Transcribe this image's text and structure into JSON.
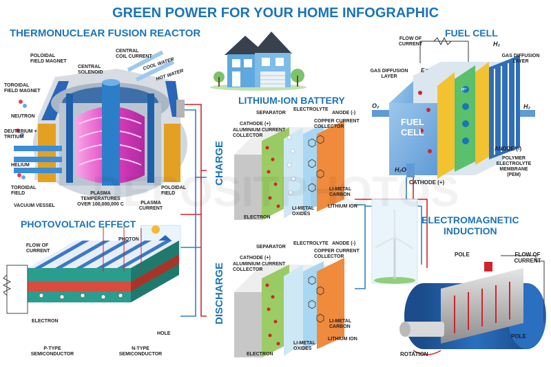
{
  "title": "GREEN POWER FOR YOUR HOME INFOGRAPHIC",
  "sections": {
    "fusion": "THERMONUCLEAR FUSION REACTOR",
    "battery": "LITHIUM-ION BATTERY",
    "fuel_cell": "FUEL CELL",
    "photovoltaic": "PHOTOVOLTAIC EFFECT",
    "electromagnetic": "ELECTROMAGNETIC\nINDUCTION"
  },
  "fusion_labels": {
    "poloidal_field_magnet": "POLOIDAL\nFIELD MAGNET",
    "central_solenoid": "CENTRAL\nSOLENOID",
    "central_coil_current": "CENTRAL\nCOIL CURRENT",
    "cool_water": "COOL WATER",
    "hot_water": "HOT WATER",
    "toroidal_field_magnet": "TOROIDAL\nFIELD MAGNET",
    "neutron": "NEUTRON",
    "deuterium_tritium": "DEUTERIUM +\nTRITIUM",
    "helium": "HELIUM",
    "toroidal_field": "TOROIDAL\nFIELD",
    "vacuum_vessel": "VACUUM VESSEL",
    "plasma_temperatures": "PLASMA\nTEMPERATURES\nOVER 100,000,000 C",
    "poloidal_field": "POLOIDAL\nFIELD",
    "plasma_current": "PLASMA\nCURRENT"
  },
  "battery_charge": {
    "side_label": "CHARGE",
    "separator": "SEPARATOR",
    "electrolyte": "ELECTROLYTE",
    "anode": "ANODE (-)",
    "cathode": "CATHODE (+)",
    "aluminium": "ALUMINIUM CURRENT\nCOLLECTOR",
    "copper": "COPPER CURRENT\nCOLLECTOR",
    "li_metal_carbon": "LI-METAL\nCARBON",
    "lithium_ion": "LITHIUM ION",
    "li_metal_oxides": "LI-METAL\nOXIDES",
    "electron": "ELECTRON"
  },
  "battery_discharge": {
    "side_label": "DISCHARGE",
    "separator": "SEPARATOR",
    "electrolyte": "ELECTROLYTE",
    "anode": "ANODE (-)",
    "cathode": "CATHODE (+)",
    "aluminium": "ALUMINIUM CURRENT\nCOLLECTOR",
    "copper": "COPPER CURRENT\nCOLLECTOR",
    "li_metal_carbon": "LI-METAL\nCARBON",
    "lithium_ion": "LITHIUM ION",
    "li_metal_oxides": "LI-METAL\nOXIDES",
    "electron": "ELECTRON"
  },
  "fuel_cell_labels": {
    "flow_of_current": "FLOW OF\nCURRENT",
    "gas_diffusion_left": "GAS DIFFUSION\nLAYER",
    "gas_diffusion_right": "GAS DIFFUSION\nLAYER",
    "h2_top": "H₂",
    "h2_right": "H₂",
    "o2": "O₂",
    "h2o": "H₂O",
    "fuel_text": "FUEL\nCELL",
    "anode": "ANODE (-)",
    "pem": "POLYMER\nELECTROLYTE\nMEMBRANE\n(PEM)",
    "cathode": "CATHODE (+)",
    "electron_e": "e⁻",
    "proton": "H⁺"
  },
  "pv_labels": {
    "flow_of_current": "FLOW OF\nCURRENT",
    "photon": "PHOTON",
    "electron": "ELECTRON",
    "hole": "HOLE",
    "p_type": "P-TYPE\nSEMICONDUCTOR",
    "n_type": "N-TYPE\nSEMICONDUCTOR"
  },
  "em_labels": {
    "pole_top": "POLE",
    "flow_of_current": "FLOW OF\nCURRENT",
    "pole_bottom": "POLE",
    "rotation": "ROTATION"
  },
  "colors": {
    "heading_blue": "#1a74b8",
    "wire_red": "#d2232a",
    "wire_blue": "#2f7fc1",
    "plasma_magenta": "#e040c0",
    "pv_panel_blue": "#2a66b8",
    "fuel_yellow": "#f2c230",
    "fuel_green": "#5bbf6b",
    "copper_orange": "#f08a3c"
  },
  "watermark": "DEPOSITPHOTOS"
}
